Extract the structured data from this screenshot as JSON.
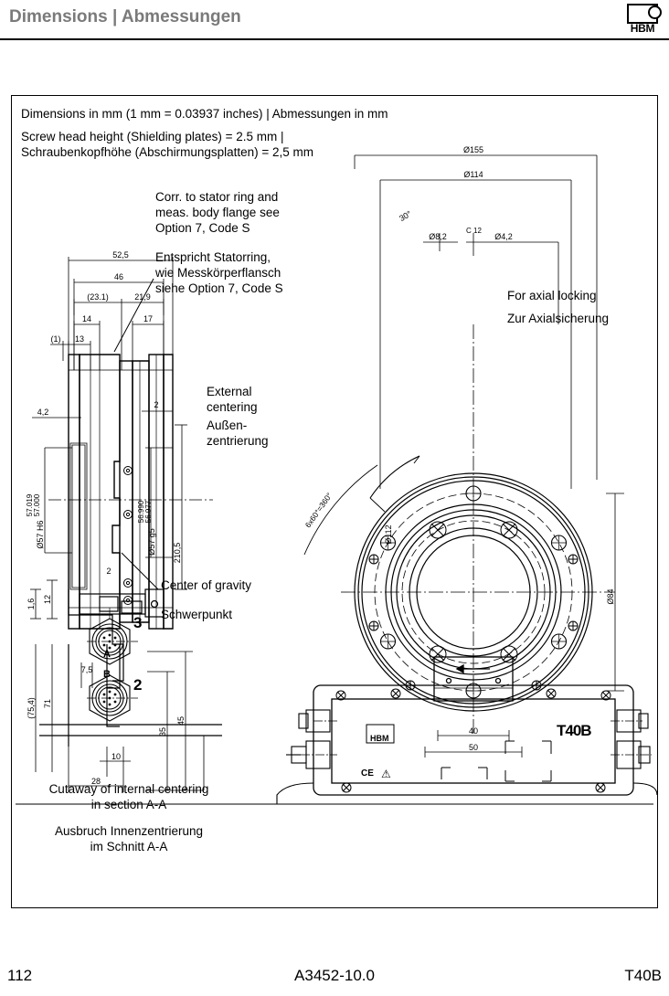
{
  "header": {
    "title": "Dimensions | Abmessungen",
    "logo_text": "HBM",
    "logo_icon": "hbm-logo-icon"
  },
  "notes": {
    "dimensions_note": "Dimensions in mm (1 mm = 0.03937 inches) | Abmessungen in mm",
    "screw_note_en": "Screw head height (Shielding plates) = 2.5 mm |",
    "screw_note_de": "Schraubenkopfhöhe (Abschirmungsplatten) = 2,5 mm"
  },
  "annotations": {
    "stator_en": "Corr. to stator ring and\nmeas. body flange see\nOption 7, Code S",
    "stator_de": "Entspricht Statorring,\nwie Messkörperflansch\nsiehe Option 7, Code S",
    "centering_en": "External\ncentering",
    "centering_de": "Außen-\nzentrierung",
    "gravity_en": "Center of gravity",
    "gravity_de": "Schwerpunkt",
    "axial_en": "For axial locking",
    "axial_de": "Zur Axialsicherung",
    "cutaway_en": "Cutaway of internal centering\nin section A-A",
    "cutaway_de": "Ausbruch Innenzentrierung\nim Schnitt A-A"
  },
  "left_view": {
    "name": "side-section-view",
    "dimensions": {
      "d_52_5": "52,5",
      "d_46": "46",
      "d_23_1": "(23.1)",
      "d_21_9": "21,9",
      "d_14": "14",
      "d_17": "17",
      "d_1": "(1)",
      "d_13": "13",
      "d_4_2": "4,2",
      "d_2_top": "2",
      "d_bore_h6": "Ø57 H6",
      "d_bore_h6_tol_upper": "57.019",
      "d_bore_h6_tol_lower": "57.000",
      "d_shaft_g5": "Ø57 g5",
      "d_shaft_g5_tol_upper": "56.990",
      "d_shaft_g5_tol_lower": "56.977",
      "d_210_5": "210,5",
      "d_1_6": "1,6",
      "d_12": "12",
      "d_2_mid": "2",
      "d_75_4": "(75,4)",
      "d_71": "71",
      "d_7_5": "7,5",
      "d_35": "35",
      "d_45": "45",
      "d_10": "10",
      "d_28": "28"
    },
    "connector_labels": {
      "conn_3": "3",
      "conn_2": "2",
      "section_a": "A",
      "section_b": "B"
    }
  },
  "right_view": {
    "name": "front-flange-view",
    "dimensions": {
      "d_155": "Ø155",
      "d_114": "Ø114",
      "d_30deg": "30°",
      "d_8_2": "Ø8,2",
      "c12": "C 12",
      "d_4_2": "Ø4,2",
      "d_112": "Ø112",
      "d_84": "Ø84",
      "d_hole_pattern": "6x60°=360°",
      "d_40": "40",
      "d_50": "50"
    },
    "markings": {
      "brand": "HBM",
      "model": "T40B",
      "ce_mark": "CE",
      "warning": "⚠"
    }
  },
  "footer": {
    "page_number": "112",
    "document_id": "A3452-10.0",
    "model": "T40B"
  },
  "colors": {
    "header_title": "#7a7a7a",
    "line": "#000000",
    "background": "#ffffff"
  }
}
